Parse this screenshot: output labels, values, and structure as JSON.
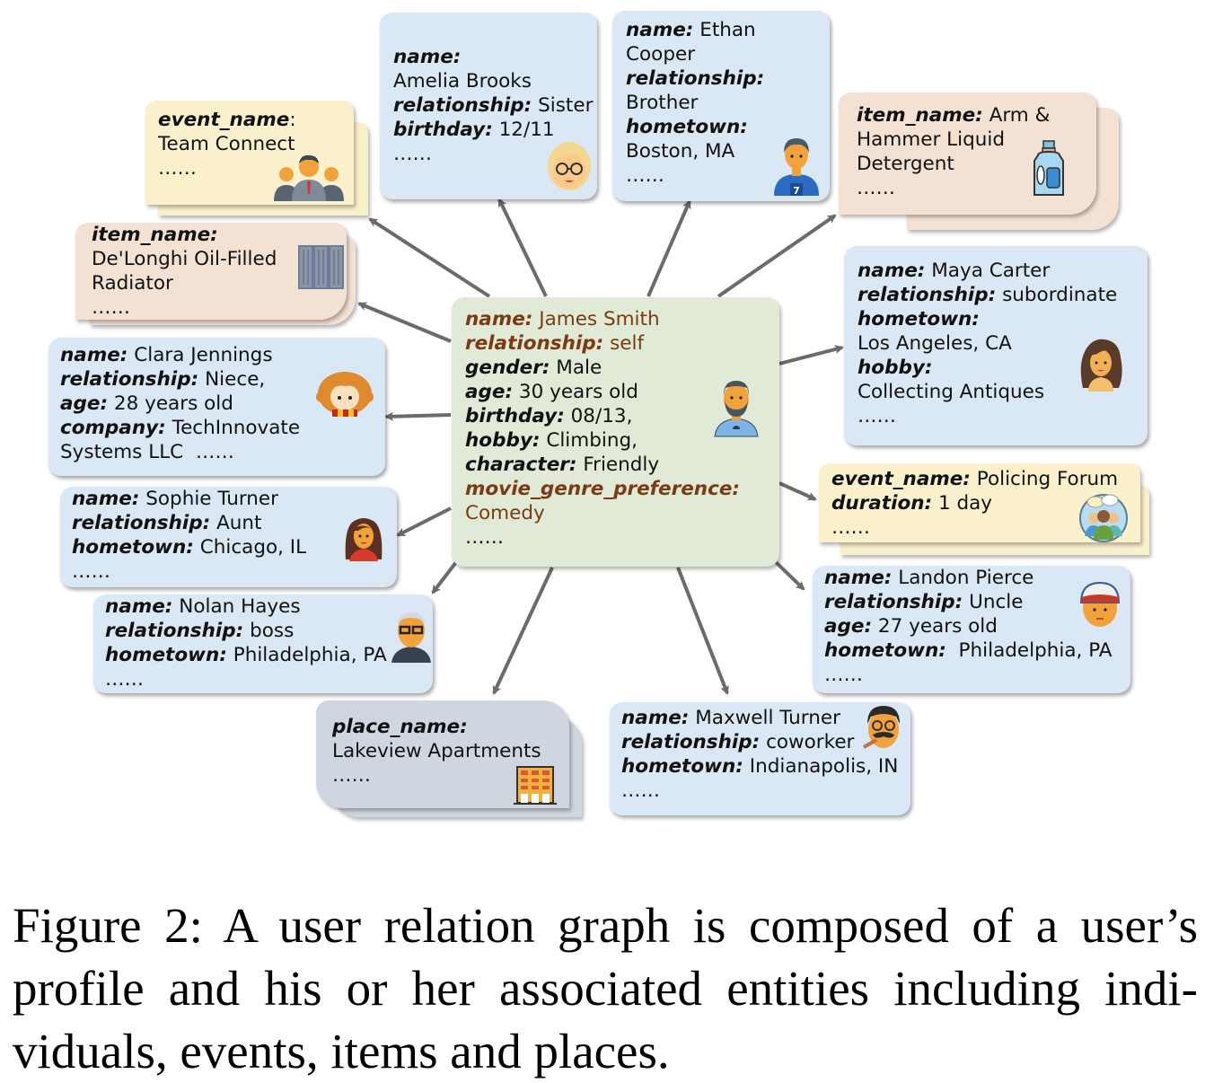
{
  "figure": {
    "caption": "Figure 2: A user relation graph is composed of a user’s profile and his or her associated entities including individuals, events, items and places.",
    "caption_lines": [
      "Figure 2: A user relation graph is composed of a user’s",
      "profile and his or her associated entities including indi-",
      "viduals, events, items and places."
    ]
  },
  "colors": {
    "person_card": "#dae7f4",
    "center_card": "#e1ead6",
    "event_card": "#fbf0cc",
    "item_card": "#f3e1d3",
    "place_card": "#cfd6e0",
    "highlight_text": "#7a3a12",
    "arrow": "#6b6b6b"
  },
  "center": {
    "type": "user-profile",
    "icon": "bearded-man-avatar-icon",
    "lines": [
      {
        "key": "name:",
        "value": " James Smith",
        "highlight": true
      },
      {
        "key": "relationship:",
        "value": " self",
        "highlight": true
      },
      {
        "key": "gender:",
        "value": " Male"
      },
      {
        "key": "age:",
        "value": " 30 years old"
      },
      {
        "key": "birthday:",
        "value": " 08/13,"
      },
      {
        "key": "hobby:",
        "value": " Climbing,"
      },
      {
        "key": "character:",
        "value": " Friendly"
      },
      {
        "key": "movie_genre_preference:",
        "value": "",
        "highlight": true
      },
      {
        "key": "",
        "value": "Comedy",
        "highlight": true
      },
      {
        "key": "",
        "value": "……"
      }
    ]
  },
  "entities": {
    "team_connect": {
      "type": "event",
      "icon": "team-group-icon",
      "lines": [
        {
          "key": "event_name",
          "value": ":"
        },
        {
          "key": "",
          "value": "Team Connect"
        },
        {
          "key": "",
          "value": "……"
        }
      ]
    },
    "radiator": {
      "type": "item",
      "icon": "radiator-icon",
      "lines": [
        {
          "key": "item_name:",
          "value": ""
        },
        {
          "key": "",
          "value": "De'Longhi Oil-Filled"
        },
        {
          "key": "",
          "value": "Radiator"
        },
        {
          "key": "",
          "value": "……"
        }
      ]
    },
    "amelia": {
      "type": "person",
      "icon": "blonde-woman-glasses-avatar-icon",
      "lines": [
        {
          "key": "name:",
          "value": ""
        },
        {
          "key": "",
          "value": "Amelia Brooks"
        },
        {
          "key": "relationship:",
          "value": " Sister"
        },
        {
          "key": "birthday:",
          "value": " 12/11"
        },
        {
          "key": "",
          "value": "……"
        }
      ]
    },
    "ethan": {
      "type": "person",
      "icon": "soccer-player-avatar-icon",
      "lines": [
        {
          "key": "name:",
          "value": " Ethan"
        },
        {
          "key": "",
          "value": "Cooper"
        },
        {
          "key": "relationship:",
          "value": ""
        },
        {
          "key": "",
          "value": "Brother"
        },
        {
          "key": "hometown:",
          "value": ""
        },
        {
          "key": "",
          "value": "Boston, MA"
        },
        {
          "key": "",
          "value": "……"
        }
      ]
    },
    "detergent": {
      "type": "item",
      "icon": "detergent-bottle-icon",
      "lines": [
        {
          "key": "item_name:",
          "value": " Arm &"
        },
        {
          "key": "",
          "value": "Hammer Liquid"
        },
        {
          "key": "",
          "value": "Detergent"
        },
        {
          "key": "",
          "value": "……"
        }
      ]
    },
    "maya": {
      "type": "person",
      "icon": "long-hair-woman-avatar-icon",
      "lines": [
        {
          "key": "name:",
          "value": " Maya Carter"
        },
        {
          "key": "relationship:",
          "value": " subordinate"
        },
        {
          "key": "hometown:",
          "value": ""
        },
        {
          "key": "",
          "value": "Los Angeles, CA"
        },
        {
          "key": "hobby:",
          "value": ""
        },
        {
          "key": "",
          "value": "Collecting Antiques"
        },
        {
          "key": "",
          "value": "……"
        }
      ]
    },
    "clara": {
      "type": "person",
      "icon": "curly-hair-girl-avatar-icon",
      "lines": [
        {
          "key": "name:",
          "value": " Clara Jennings"
        },
        {
          "key": "relationship:",
          "value": " Niece,"
        },
        {
          "key": "age:",
          "value": " 28 years old"
        },
        {
          "key": "company:",
          "value": " TechInnovate"
        },
        {
          "key": "",
          "value": "Systems LLC  ……"
        }
      ]
    },
    "policing_forum": {
      "type": "event",
      "icon": "forum-discussion-icon",
      "lines": [
        {
          "key": "event_name:",
          "value": " Policing Forum"
        },
        {
          "key": "duration:",
          "value": " 1 day"
        },
        {
          "key": "",
          "value": "……"
        }
      ]
    },
    "sophie": {
      "type": "person",
      "icon": "dark-hair-woman-avatar-icon",
      "lines": [
        {
          "key": "name:",
          "value": " Sophie Turner"
        },
        {
          "key": "relationship:",
          "value": " Aunt"
        },
        {
          "key": "hometown:",
          "value": " Chicago, IL"
        },
        {
          "key": "",
          "value": "……"
        }
      ]
    },
    "landon": {
      "type": "person",
      "icon": "cap-man-avatar-icon",
      "lines": [
        {
          "key": "name:",
          "value": " Landon Pierce"
        },
        {
          "key": "relationship:",
          "value": " Uncle"
        },
        {
          "key": "age:",
          "value": " 27 years old"
        },
        {
          "key": "hometown:",
          "value": "  Philadelphia, PA"
        },
        {
          "key": "",
          "value": "……"
        }
      ]
    },
    "nolan": {
      "type": "person",
      "icon": "bald-man-glasses-avatar-icon",
      "lines": [
        {
          "key": "name:",
          "value": " Nolan Hayes"
        },
        {
          "key": "relationship:",
          "value": " boss"
        },
        {
          "key": "hometown:",
          "value": " Philadelphia, PA"
        },
        {
          "key": "",
          "value": "……"
        }
      ]
    },
    "lakeview": {
      "type": "place",
      "icon": "apartment-building-icon",
      "lines": [
        {
          "key": "place_name:",
          "value": ""
        },
        {
          "key": "",
          "value": "Lakeview Apartments"
        },
        {
          "key": "",
          "value": "……"
        }
      ]
    },
    "maxwell": {
      "type": "person",
      "icon": "mustache-man-avatar-icon",
      "lines": [
        {
          "key": "name:",
          "value": " Maxwell Turner"
        },
        {
          "key": "relationship:",
          "value": " coworker"
        },
        {
          "key": "hometown:",
          "value": " Indianapolis, IN"
        },
        {
          "key": "",
          "value": "……"
        }
      ]
    }
  },
  "edges": [
    {
      "from": "center",
      "to": "team_connect"
    },
    {
      "from": "center",
      "to": "radiator"
    },
    {
      "from": "center",
      "to": "amelia"
    },
    {
      "from": "center",
      "to": "ethan"
    },
    {
      "from": "center",
      "to": "detergent"
    },
    {
      "from": "center",
      "to": "maya"
    },
    {
      "from": "center",
      "to": "clara"
    },
    {
      "from": "center",
      "to": "policing_forum"
    },
    {
      "from": "center",
      "to": "sophie"
    },
    {
      "from": "center",
      "to": "landon"
    },
    {
      "from": "center",
      "to": "nolan"
    },
    {
      "from": "center",
      "to": "lakeview"
    },
    {
      "from": "center",
      "to": "maxwell"
    }
  ]
}
